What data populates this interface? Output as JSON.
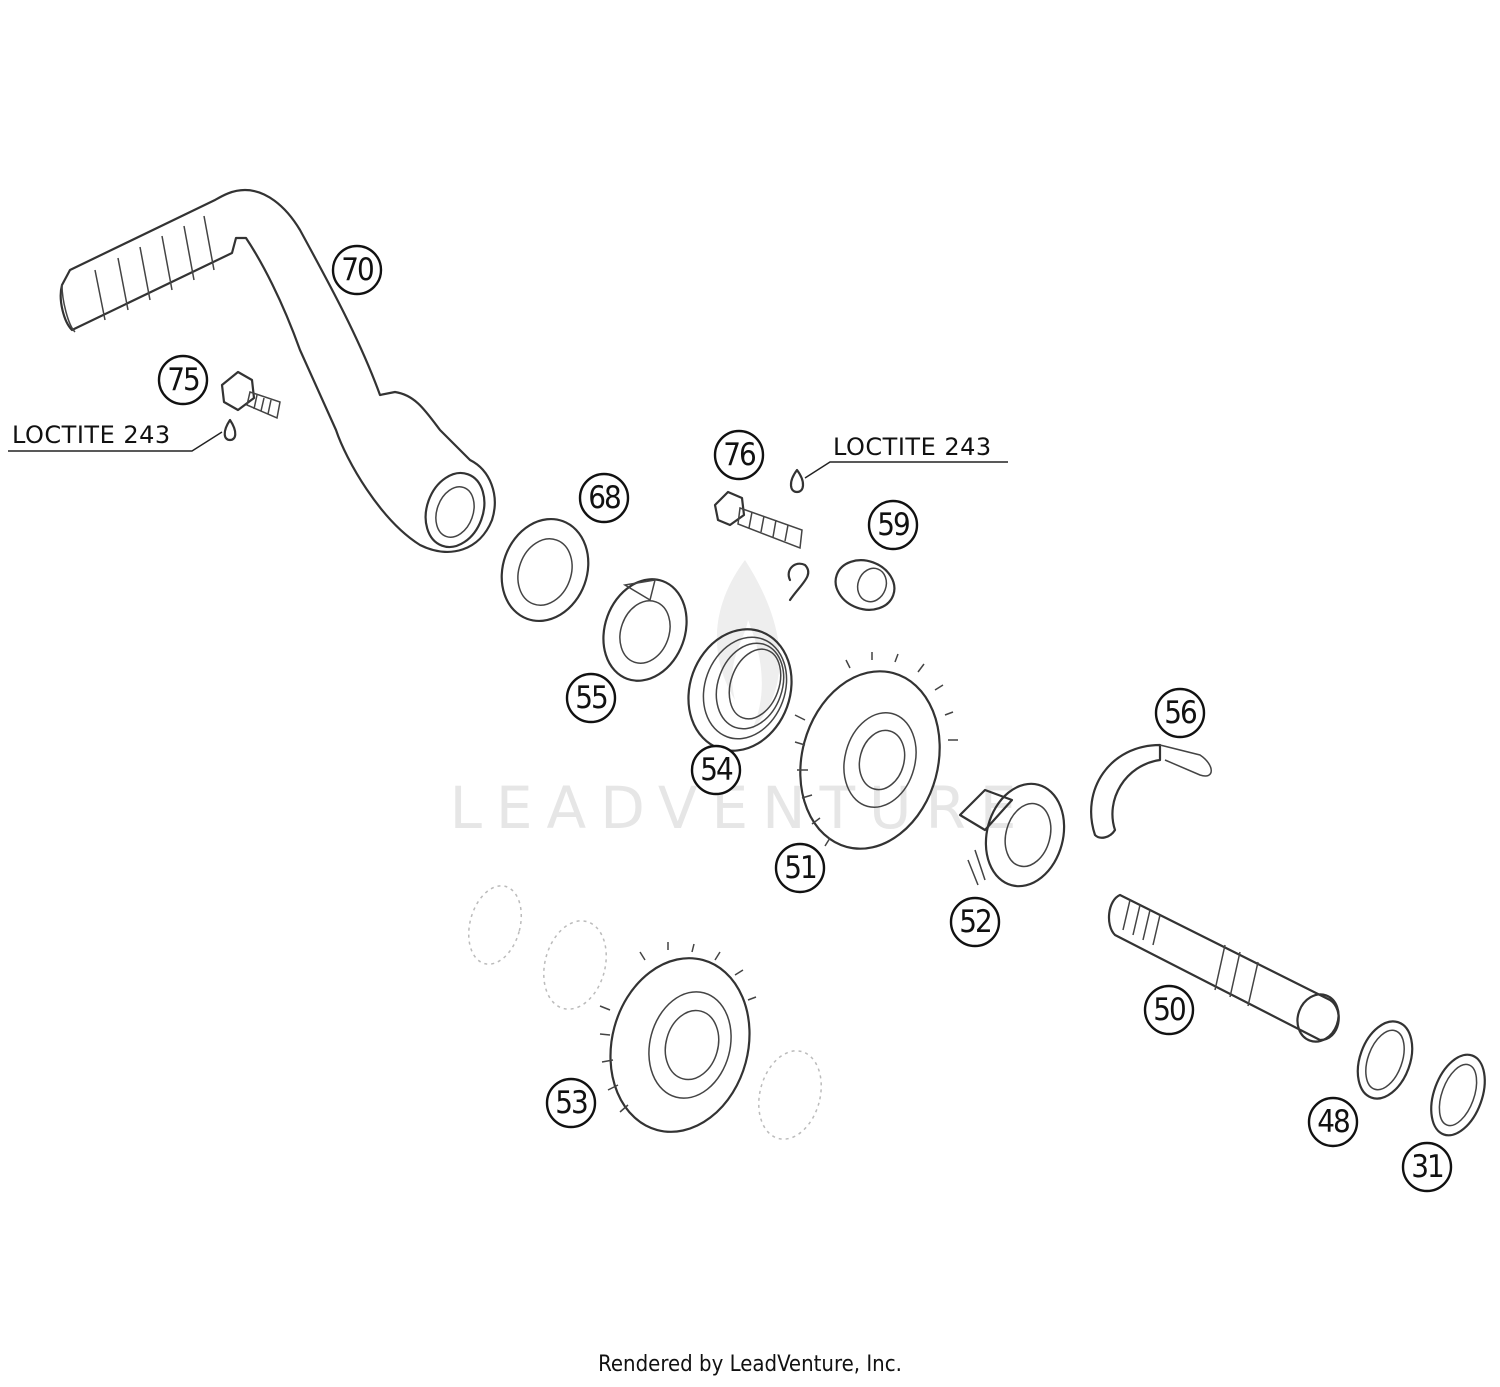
{
  "watermark": "LEADVENTURE",
  "callouts": {
    "c70": "70",
    "c75": "75",
    "c76": "76",
    "c68": "68",
    "c59": "59",
    "c55": "55",
    "c54": "54",
    "c51": "51",
    "c56": "56",
    "c52": "52",
    "c50": "50",
    "c53": "53",
    "c48": "48",
    "c31": "31"
  },
  "notes": {
    "loctite_left": "LOCTITE 243",
    "loctite_right": "LOCTITE 243"
  },
  "footer": "Rendered by LeadVenture, Inc."
}
